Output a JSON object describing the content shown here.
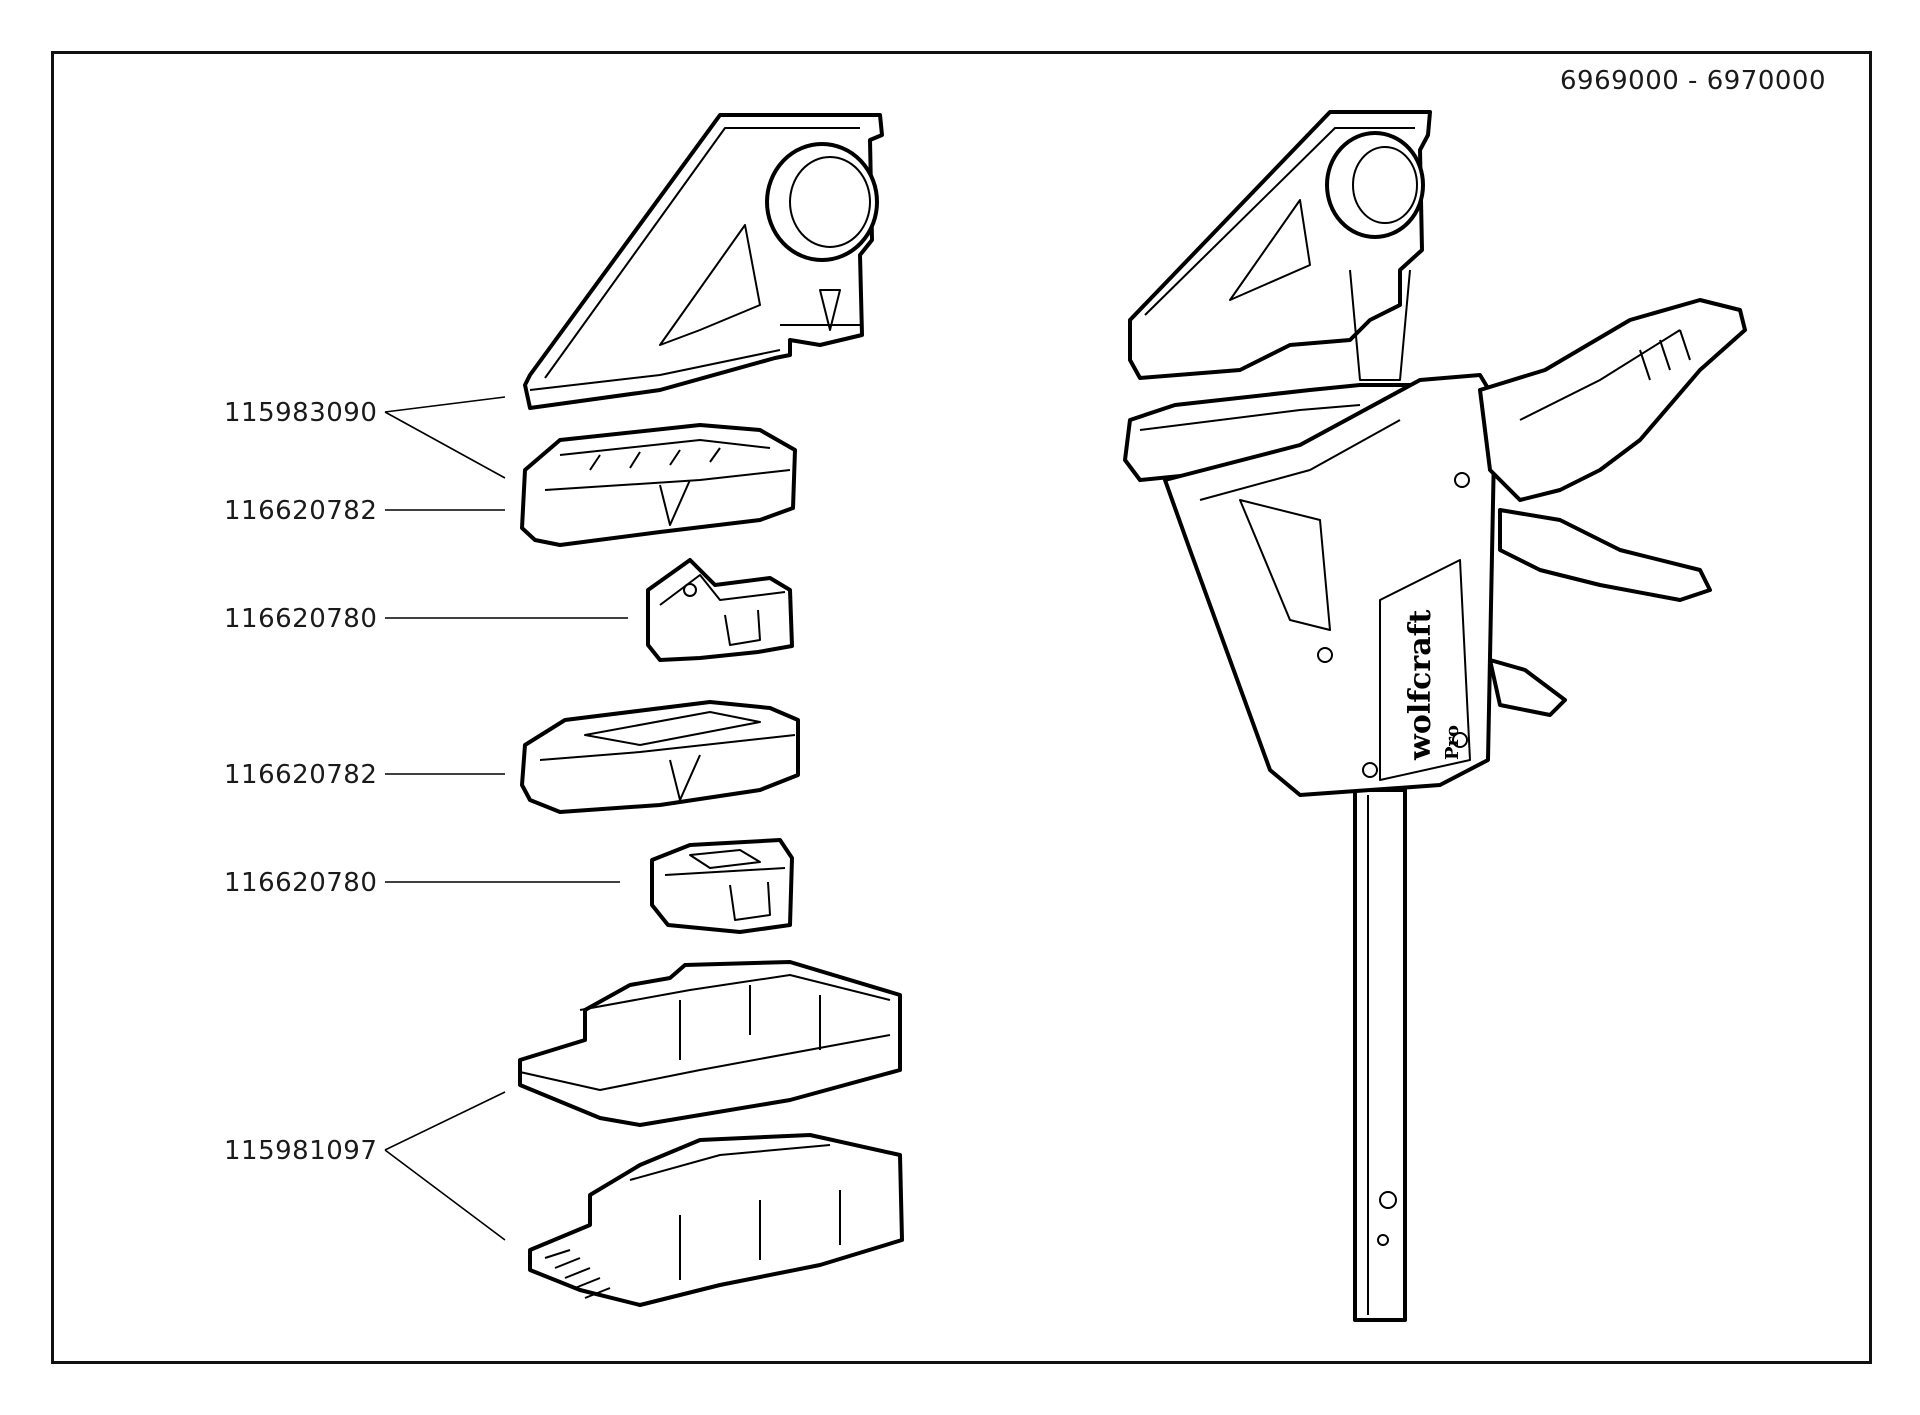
{
  "header": {
    "model_range": "6969000 - 6970000"
  },
  "parts": [
    {
      "id": "p1",
      "number": "115983090"
    },
    {
      "id": "p2",
      "number": "116620782"
    },
    {
      "id": "p3",
      "number": "116620780"
    },
    {
      "id": "p4",
      "number": "116620782"
    },
    {
      "id": "p5",
      "number": "116620780"
    },
    {
      "id": "p6",
      "number": "115981097"
    }
  ],
  "clamp": {
    "brand": "wolfcraft",
    "brand_sub": "Pro"
  }
}
